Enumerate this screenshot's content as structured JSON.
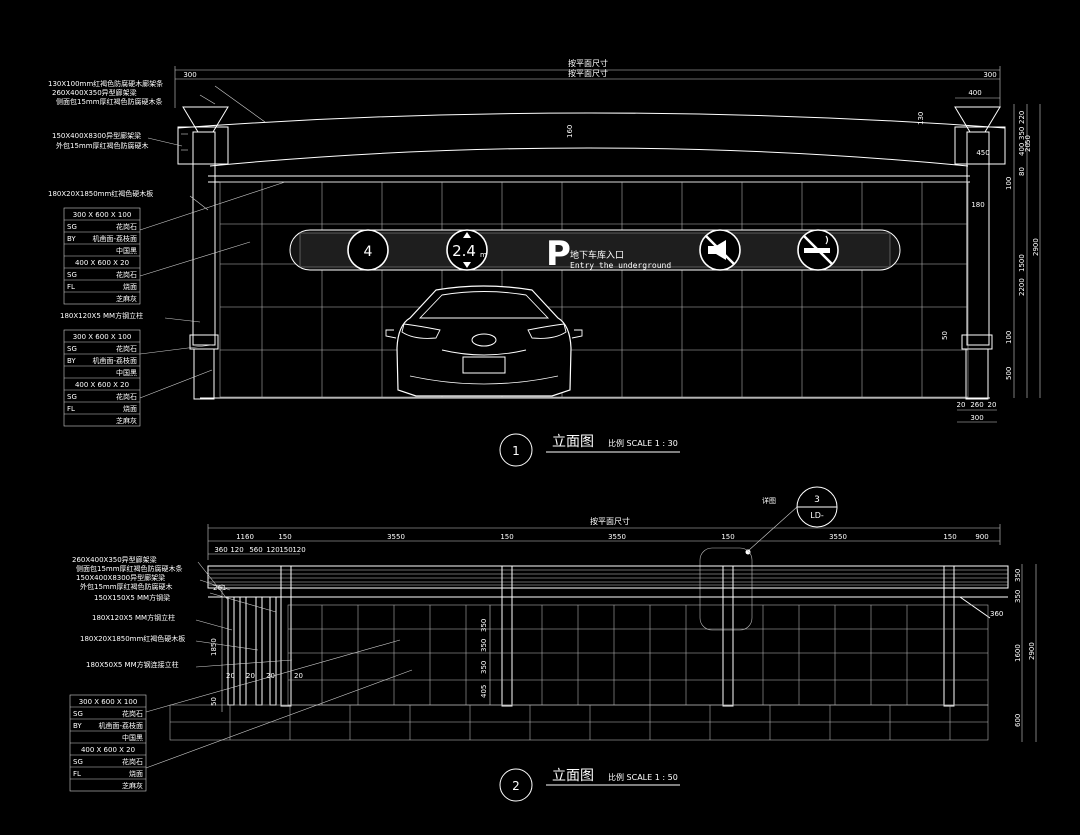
{
  "elevation1": {
    "dim_top_plan": "按平面尺寸",
    "dim_top_plan_2": "按平面尺寸",
    "dim_300_left": "300",
    "dim_300_right": "300",
    "dim_400": "400",
    "dim_450": "450",
    "dim_130": "130",
    "dim_180": "180",
    "dim_160": "160",
    "dim_50": "50",
    "right_dims": [
      "220",
      "350",
      "400",
      "20",
      "50",
      "80",
      "100",
      "1500",
      "2200",
      "2900",
      "100",
      "500"
    ],
    "bottom_dims": [
      "20",
      "260",
      "20",
      "300"
    ],
    "notes": [
      "130X100mm红褐色防腐硬木廊架条",
      "260X400X350异型廊架梁",
      "侧面包15mm厚红褐色防腐硬木条",
      "150X400X8300异型廊架梁",
      "外包15mm厚红褐色防腐硬木",
      "180X20X1850mm红褐色硬木板",
      "180X120X5 MM方钢立柱"
    ],
    "spec_table_a": {
      "rows": [
        [
          "300 X 600 X 100",
          ""
        ],
        [
          "SG",
          "花岗石"
        ],
        [
          "BY",
          "机凿面-荔枝面"
        ],
        [
          "",
          "中国黑"
        ],
        [
          "400 X 600 X 20",
          ""
        ],
        [
          "SG",
          "花岗石"
        ],
        [
          "FL",
          "烧面"
        ],
        [
          "",
          "芝麻灰"
        ]
      ]
    },
    "spec_table_b": {
      "rows": [
        [
          "300 X 600 X 100",
          ""
        ],
        [
          "SG",
          "花岗石"
        ],
        [
          "BY",
          "机凿面-荔枝面"
        ],
        [
          "",
          "中国黑"
        ],
        [
          "400 X 600 X 20",
          ""
        ],
        [
          "SG",
          "花岗石"
        ],
        [
          "FL",
          "烧面"
        ],
        [
          "",
          "芝麻灰"
        ]
      ]
    },
    "sign": {
      "number": "4",
      "height_limit": "2.4",
      "height_unit": "m",
      "parking_letter": "P",
      "entry_cn": "地下车库入口",
      "entry_en": "Entry the underground"
    },
    "title_number": "1",
    "title": "立面图",
    "scale": "比例 SCALE 1 : 30"
  },
  "elevation2": {
    "dim_top_plan": "按平面尺寸",
    "top_dims": [
      "1160",
      "150",
      "3550",
      "150",
      "3550",
      "150",
      "3550",
      "150",
      "900"
    ],
    "sub_dims": [
      "360",
      "120",
      "560",
      "120",
      "150",
      "120"
    ],
    "detail_label": "详图",
    "detail_num": "3",
    "detail_ref": "LD-",
    "notes": [
      "260X400X350异型廊架梁",
      "侧面包15mm厚红褐色防腐硬木条",
      "150X400X8300异型廊架梁",
      "外包15mm厚红褐色防腐硬木",
      "150X150X5 MM方钢梁",
      "180X120X5 MM方钢立柱",
      "180X20X1850mm红褐色硬木板",
      "180X50X5 MM方钢连接立柱"
    ],
    "left_dims": [
      "261",
      "1850",
      "20",
      "20",
      "20",
      "20",
      "50"
    ],
    "mid_dims": [
      "350",
      "350",
      "350",
      "405"
    ],
    "right_dims": [
      "350",
      "350",
      "360",
      "1600",
      "2900",
      "600"
    ],
    "spec_table": {
      "rows": [
        [
          "300 X 600 X 100",
          ""
        ],
        [
          "SG",
          "花岗石"
        ],
        [
          "BY",
          "机凿面-荔枝面"
        ],
        [
          "",
          "中国黑"
        ],
        [
          "400 X 600 X 20",
          ""
        ],
        [
          "SG",
          "花岗石"
        ],
        [
          "FL",
          "烧面"
        ],
        [
          "",
          "芝麻灰"
        ]
      ]
    },
    "title_number": "2",
    "title": "立面图",
    "scale": "比例 SCALE 1 : 50"
  }
}
